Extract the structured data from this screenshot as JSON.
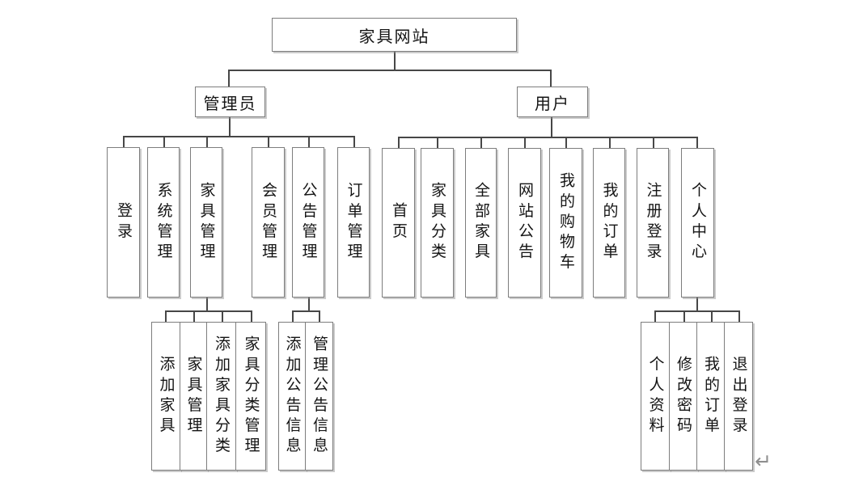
{
  "colors": {
    "background": "#ffffff",
    "box_border": "#7d7d7d",
    "connector_line": "#474747",
    "text": "#141414",
    "paragraph_mark": "#8f8f8f"
  },
  "tree": {
    "root": "家具网站",
    "admin": {
      "label": "管理员",
      "children": [
        {
          "label": "登录"
        },
        {
          "label": "系统管理"
        },
        {
          "label": "家具管理",
          "children": [
            {
              "label": "添加家具"
            },
            {
              "label": "家具管理"
            },
            {
              "label": "添加家具分类"
            },
            {
              "label": "家具分类管理"
            }
          ]
        },
        {
          "label": "会员管理"
        },
        {
          "label": "公告管理",
          "children": [
            {
              "label": "添加公告信息"
            },
            {
              "label": "管理公告信息"
            }
          ]
        },
        {
          "label": "订单管理"
        }
      ]
    },
    "user": {
      "label": "用户",
      "children": [
        {
          "label": "首页"
        },
        {
          "label": "家具分类"
        },
        {
          "label": "全部家具"
        },
        {
          "label": "网站公告"
        },
        {
          "label": "我的购物车"
        },
        {
          "label": "我的订单"
        },
        {
          "label": "注册登录"
        },
        {
          "label": "个人中心",
          "children": [
            {
              "label": "个人资料"
            },
            {
              "label": "修改密码"
            },
            {
              "label": "我的订单"
            },
            {
              "label": "退出登录"
            }
          ]
        }
      ]
    }
  },
  "paragraph_mark": "↵"
}
